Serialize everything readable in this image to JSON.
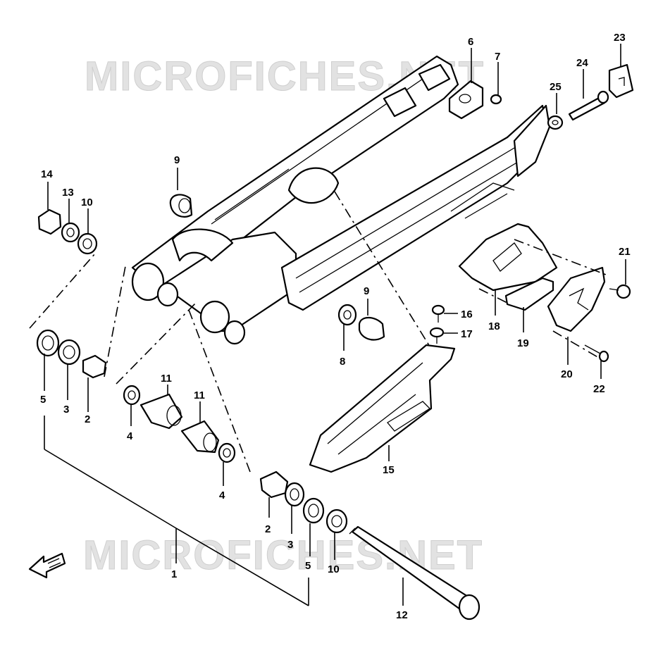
{
  "watermark": {
    "top": "MICROFICHES.NET",
    "bottom": "MICROFICHES.NET"
  },
  "callouts": [
    {
      "id": "c1",
      "text": "1"
    },
    {
      "id": "c2a",
      "text": "2"
    },
    {
      "id": "c2b",
      "text": "2"
    },
    {
      "id": "c3a",
      "text": "3"
    },
    {
      "id": "c3b",
      "text": "3"
    },
    {
      "id": "c4a",
      "text": "4"
    },
    {
      "id": "c4b",
      "text": "4"
    },
    {
      "id": "c5a",
      "text": "5"
    },
    {
      "id": "c5b",
      "text": "5"
    },
    {
      "id": "c6",
      "text": "6"
    },
    {
      "id": "c7",
      "text": "7"
    },
    {
      "id": "c8",
      "text": "8"
    },
    {
      "id": "c9a",
      "text": "9"
    },
    {
      "id": "c9b",
      "text": "9"
    },
    {
      "id": "c10a",
      "text": "10"
    },
    {
      "id": "c10b",
      "text": "10"
    },
    {
      "id": "c11a",
      "text": "11"
    },
    {
      "id": "c11b",
      "text": "11"
    },
    {
      "id": "c12",
      "text": "12"
    },
    {
      "id": "c13",
      "text": "13"
    },
    {
      "id": "c14",
      "text": "14"
    },
    {
      "id": "c15",
      "text": "15"
    },
    {
      "id": "c16",
      "text": "16"
    },
    {
      "id": "c17",
      "text": "17"
    },
    {
      "id": "c18",
      "text": "18"
    },
    {
      "id": "c19",
      "text": "19"
    },
    {
      "id": "c20",
      "text": "20"
    },
    {
      "id": "c21",
      "text": "21"
    },
    {
      "id": "c22",
      "text": "22"
    },
    {
      "id": "c23",
      "text": "23"
    },
    {
      "id": "c24",
      "text": "24"
    },
    {
      "id": "c25",
      "text": "25"
    }
  ],
  "colors": {
    "line": "#000000",
    "background": "#ffffff",
    "watermark": "#e2e2e2"
  },
  "icons": {
    "direction": "front-arrow-icon"
  }
}
